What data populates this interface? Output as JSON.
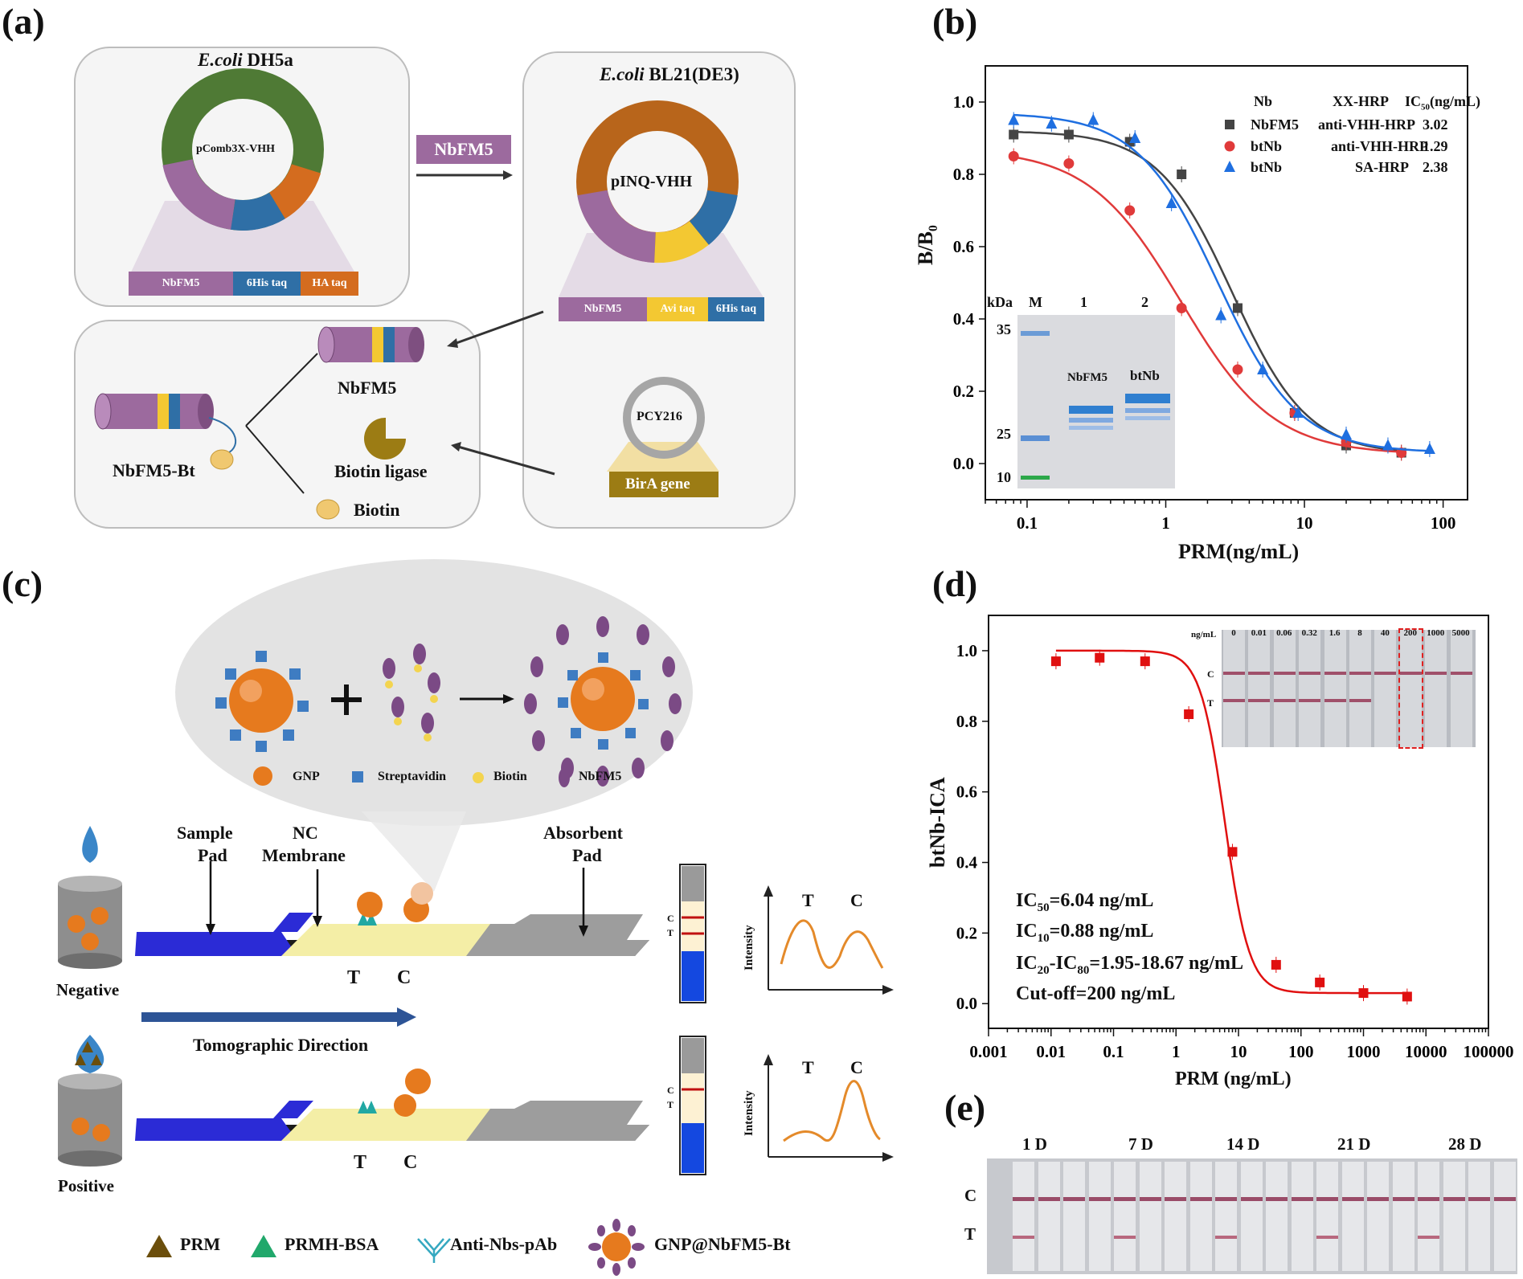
{
  "panel_labels": {
    "a": "(a)",
    "b": "(b)",
    "c": "(c)",
    "d": "(d)",
    "e": "(e)"
  },
  "panel_a": {
    "host1_italic": "E.coli",
    "host1_rest": " DH5a",
    "plasmid1": "pComb3X-VHH",
    "gene1": [
      "NbFM5",
      "6His taq",
      "HA taq"
    ],
    "transfer_label": "NbFM5",
    "host2_italic": "E.coli",
    "host2_rest": " BL21(DE3)",
    "plasmid2": "pINQ-VHH",
    "gene2": [
      "NbFM5",
      "Avi taq",
      "6His taq"
    ],
    "plasmid3": "PCY216",
    "bira": "BirA gene",
    "nbfm5": "NbFM5",
    "nbfm5_bt": "NbFM5-Bt",
    "biotin_ligase": "Biotin ligase",
    "biotin": "Biotin",
    "colors": {
      "green": "#4f7a35",
      "purple": "#9c6a9e",
      "blue": "#2f6fa6",
      "orange": "#d46c1f",
      "yellow": "#f3c832",
      "brown": "#b8651b",
      "gold": "#b08d1a"
    }
  },
  "panel_b": {
    "ylabel": "B/B",
    "ylabel_sub": "0",
    "xlabel": "PRM(ng/mL)",
    "legend_header": {
      "nb": "Nb",
      "hrp": "XX-HRP",
      "ic50": "IC",
      "ic50_sub": "50",
      "ic50_unit": "(ng/mL)"
    },
    "legend_rows": [
      {
        "name": "NbFM5",
        "hrp": "anti-VHH-HRP",
        "ic50": "3.02"
      },
      {
        "name": "btNb",
        "hrp": "anti-VHH-HRP",
        "ic50": "1.29"
      },
      {
        "name": "btNb",
        "hrp": "SA-HRP",
        "ic50": "2.38"
      }
    ],
    "gel": {
      "kda": "kDa",
      "lanes": [
        "M",
        "1",
        "2"
      ],
      "markers": [
        "35",
        "25",
        "10"
      ],
      "band_labels": [
        "NbFM5",
        "btNb"
      ]
    }
  },
  "panel_c": {
    "legend": [
      "GNP",
      "Streptavidin",
      "Biotin",
      "NbFM5"
    ],
    "strip_labels": {
      "sample": "Sample",
      "sample2": "Pad",
      "nc": "NC",
      "nc2": "Membrane",
      "abs": "Absorbent",
      "abs2": "Pad"
    },
    "negative": "Negative",
    "positive": "Positive",
    "direction": "Tomographic Direction",
    "T": "T",
    "C": "C",
    "intensity": "Intensity",
    "bottom_legend": [
      "PRM",
      "PRMH-BSA",
      "Anti-Nbs-pAb",
      "GNP@NbFM5-Bt"
    ]
  },
  "panel_d": {
    "ylabel": "btNb-ICA",
    "xlabel": "PRM (ng/mL)",
    "annotations": [
      {
        "pre": "IC",
        "sub": "50",
        "post": "=6.04 ng/mL"
      },
      {
        "pre": "IC",
        "sub": "10",
        "post": "=0.88 ng/mL"
      },
      {
        "pre": "IC",
        "sub": "20",
        "mid": "-IC",
        "sub2": "80",
        "post": "=1.95-18.67 ng/mL"
      },
      {
        "pre": "Cut-off=200 ng/mL"
      }
    ],
    "inset": {
      "unit": "ng/mL",
      "conc": [
        "0",
        "0.01",
        "0.06",
        "0.32",
        "1.6",
        "8",
        "40",
        "200",
        "1000",
        "5000"
      ],
      "C": "C",
      "T": "T"
    }
  },
  "panel_e": {
    "days": [
      "1 D",
      "7 D",
      "14 D",
      "21 D",
      "28 D"
    ],
    "C": "C",
    "T": "T"
  },
  "chart_data": [
    {
      "type": "scatter",
      "panel": "b",
      "xlabel": "PRM(ng/mL)",
      "ylabel": "B/B0",
      "xscale": "log",
      "xlim": [
        0.05,
        150
      ],
      "ylim": [
        -0.1,
        1.1
      ],
      "xticks": [
        "0.1",
        "1",
        "10",
        "100"
      ],
      "yticks": [
        "0.0",
        "0.2",
        "0.4",
        "0.6",
        "0.8",
        "1.0"
      ],
      "series": [
        {
          "name": "NbFM5",
          "color": "#444444",
          "marker": "square",
          "x": [
            0.08,
            0.2,
            0.55,
            1.3,
            3.3,
            8.5,
            20,
            50
          ],
          "y": [
            0.91,
            0.91,
            0.89,
            0.8,
            0.43,
            0.14,
            0.05,
            0.03
          ],
          "fit": {
            "top": 0.92,
            "bottom": 0.025,
            "ic50": 3.02,
            "hill": 1.6
          }
        },
        {
          "name": "btNb",
          "color": "#e03a3a",
          "marker": "circle",
          "x": [
            0.08,
            0.2,
            0.55,
            1.3,
            3.3,
            8.5,
            20,
            50
          ],
          "y": [
            0.85,
            0.83,
            0.7,
            0.43,
            0.26,
            0.14,
            0.06,
            0.03
          ],
          "fit": {
            "top": 0.87,
            "bottom": 0.025,
            "ic50": 1.29,
            "hill": 1.3
          }
        },
        {
          "name": "btNb",
          "color": "#1f6fe0",
          "marker": "triangle",
          "x": [
            0.08,
            0.15,
            0.3,
            0.6,
            1.1,
            2.5,
            5,
            9,
            20,
            40,
            80
          ],
          "y": [
            0.95,
            0.94,
            0.95,
            0.9,
            0.72,
            0.41,
            0.26,
            0.14,
            0.08,
            0.05,
            0.04
          ],
          "fit": {
            "top": 0.97,
            "bottom": 0.03,
            "ic50": 2.38,
            "hill": 1.5
          }
        }
      ]
    },
    {
      "type": "scatter",
      "panel": "d",
      "xlabel": "PRM (ng/mL)",
      "ylabel": "btNb-ICA",
      "xscale": "log",
      "xlim": [
        0.001,
        100000
      ],
      "ylim": [
        -0.07,
        1.1
      ],
      "xticks": [
        "0.001",
        "0.01",
        "0.1",
        "1",
        "10",
        "100",
        "1000",
        "10000",
        "100000"
      ],
      "yticks": [
        "0.0",
        "0.2",
        "0.4",
        "0.6",
        "0.8",
        "1.0"
      ],
      "series": [
        {
          "name": "btNb-ICA",
          "color": "#e01010",
          "marker": "square",
          "x": [
            0.012,
            0.06,
            0.32,
            1.6,
            8,
            40,
            200,
            1000,
            5000
          ],
          "y": [
            0.97,
            0.98,
            0.97,
            0.82,
            0.43,
            0.11,
            0.06,
            0.03,
            0.02
          ],
          "fit": {
            "top": 1.0,
            "bottom": 0.03,
            "ic50": 6.04,
            "hill": 2.2
          }
        }
      ]
    }
  ]
}
